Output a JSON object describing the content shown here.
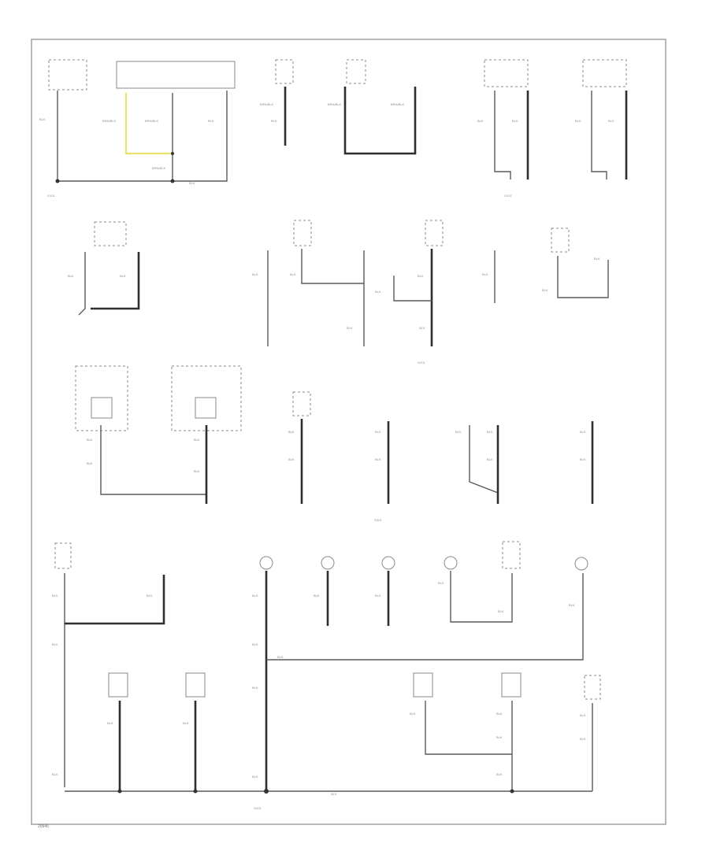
{
  "diagram": {
    "footer_code": "20945",
    "ground_labels": [
      "G101",
      "G102",
      "G201",
      "G301",
      "G401"
    ],
    "wire_colors": [
      "BLK",
      "WHT/BLK",
      "BRN/BLK",
      "BLK/YEL"
    ]
  }
}
